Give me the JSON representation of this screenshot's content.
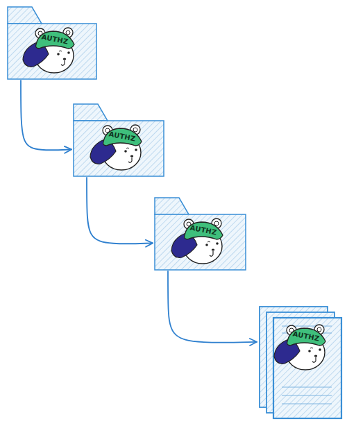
{
  "diagram": {
    "nodes": [
      {
        "text": [
          "AUTHZ"
        ]
      },
      {
        "text": [
          "AUTHZ"
        ]
      },
      {
        "text": [
          "AUTHZ"
        ]
      },
      {
        "text": [
          "AUTHZ"
        ]
      }
    ],
    "edges": [
      {
        "from": 0,
        "to": 1,
        "arrow": "to"
      },
      {
        "from": 1,
        "to": 2,
        "arrow": "to"
      },
      {
        "from": 2,
        "to": 3,
        "arrow": "to"
      }
    ]
  }
}
